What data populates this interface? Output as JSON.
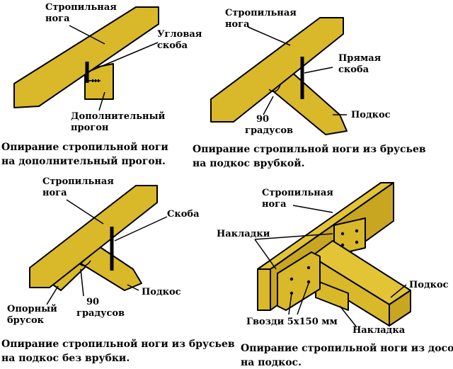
{
  "panel1": {
    "rafter_line1": "Стропильная",
    "rafter_line2": "нога",
    "bracket_line1": "Угловая",
    "bracket_line2": "скоба",
    "purlin_line1": "Дополнительный",
    "purlin_line2": "прогон",
    "caption_line1": "Опирание стропильной ноги",
    "caption_line2": "на дополнительный прогон."
  },
  "panel2": {
    "rafter_line1": "Стропильная",
    "rafter_line2": "нога",
    "bracket_line1": "Прямая",
    "bracket_line2": "скоба",
    "strut": "Подкос",
    "angle_line1": "90",
    "angle_line2": "градусов",
    "caption_line1": "Опирание стропильной ноги из брусьев",
    "caption_line2": "на подкос  врубкой."
  },
  "panel3": {
    "rafter_line1": "Стропильная",
    "rafter_line2": "нога",
    "bracket": "Скоба",
    "strut": "Подкос",
    "angle_line1": "90",
    "angle_line2": "градусов",
    "block_line1": "Опорный",
    "block_line2": "брусок",
    "caption_line1": "Опирание стропильной ноги из брусьев",
    "caption_line2": "на подкос  без врубки."
  },
  "panel4": {
    "rafter_line1": "Стропильная",
    "rafter_line2": "нога",
    "plates": "Накладки",
    "strut": "Подкос",
    "nails": "Гвозди 5х150 мм",
    "plate": "Накладка",
    "caption_line1": "Опирание стропильной ноги из досок",
    "caption_line2": "на подкос."
  },
  "colors": {
    "wood": "#d9b82a",
    "outline": "#000000",
    "background": "#ffffff"
  }
}
